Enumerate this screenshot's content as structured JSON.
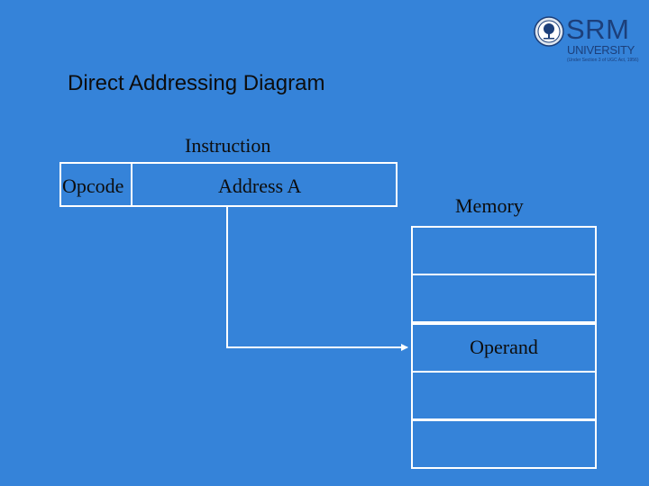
{
  "slide": {
    "title": "Direct Addressing Diagram"
  },
  "logo": {
    "name": "SRM",
    "subtitle": "UNIVERSITY",
    "tagline": "(Under Section 3 of UGC Act, 1956)",
    "emblem_icon": "tree-emblem-icon"
  },
  "instruction": {
    "caption": "Instruction",
    "fields": {
      "opcode": "Opcode",
      "address": "Address A"
    }
  },
  "memory": {
    "caption": "Memory",
    "cells": [
      "",
      "",
      "Operand",
      "",
      ""
    ],
    "highlight_index": 2
  },
  "colors": {
    "background": "#3583d9",
    "lines": "#ffffff",
    "text": "#0d0d0d",
    "logo": "#1c3f7a"
  }
}
